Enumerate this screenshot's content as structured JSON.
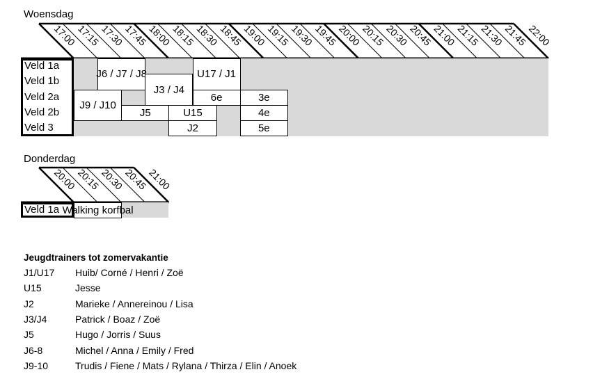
{
  "wednesday": {
    "title": "Woensdag",
    "times": [
      "17:00",
      "17:15",
      "17:30",
      "17:45",
      "18:00",
      "18:15",
      "18:30",
      "18:45",
      "19:00",
      "19:15",
      "19:30",
      "19:45",
      "20:00",
      "20:15",
      "20:30",
      "20:45",
      "21:00",
      "21:15",
      "21:30",
      "21:45",
      "22:00"
    ],
    "fields": [
      "Veld 1a",
      "Veld 1b",
      "Veld 2a",
      "Veld 2b",
      "Veld 3"
    ],
    "blocks": [
      {
        "label": "J6 / J7 / J8",
        "row_start": 0,
        "row_span": 2,
        "slot_start": 4,
        "slot_span": 8
      },
      {
        "label": "U17 / J1",
        "row_start": 0,
        "row_span": 2,
        "slot_start": 20,
        "slot_span": 8
      },
      {
        "label": "J3 / J4",
        "row_start": 1,
        "row_span": 2,
        "slot_start": 12,
        "slot_span": 8
      },
      {
        "label": "J9 / J10",
        "row_start": 2,
        "row_span": 2,
        "slot_start": 0,
        "slot_span": 8
      },
      {
        "label": "6e",
        "row_start": 2,
        "row_span": 1,
        "slot_start": 20,
        "slot_span": 8
      },
      {
        "label": "3e",
        "row_start": 2,
        "row_span": 1,
        "slot_start": 28,
        "slot_span": 8
      },
      {
        "label": "J5",
        "row_start": 3,
        "row_span": 1,
        "slot_start": 8,
        "slot_span": 8
      },
      {
        "label": "U15",
        "row_start": 3,
        "row_span": 1,
        "slot_start": 16,
        "slot_span": 8
      },
      {
        "label": "4e",
        "row_start": 3,
        "row_span": 1,
        "slot_start": 28,
        "slot_span": 8
      },
      {
        "label": "J2",
        "row_start": 4,
        "row_span": 1,
        "slot_start": 16,
        "slot_span": 8
      },
      {
        "label": "5e",
        "row_start": 4,
        "row_span": 1,
        "slot_start": 28,
        "slot_span": 8
      }
    ]
  },
  "thursday": {
    "title": "Donderdag",
    "times": [
      "20:00",
      "20:15",
      "20:30",
      "20:45",
      "21:00"
    ],
    "fields": [
      "Veld 1a"
    ],
    "blocks": [
      {
        "label": "Walking korfbal",
        "row_start": 0,
        "row_span": 1,
        "slot_start": 0,
        "slot_span": 8
      }
    ]
  },
  "trainers": {
    "title": "Jeugdtrainers tot zomervakantie",
    "rows": [
      {
        "group": "J1/U17",
        "names": "Huib/ Corné / Henri / Zoë"
      },
      {
        "group": "U15",
        "names": "Jesse"
      },
      {
        "group": "J2",
        "names": "Marieke / Annereinou / Lisa"
      },
      {
        "group": "J3/J4",
        "names": "Patrick / Boaz / Zoë"
      },
      {
        "group": "J5",
        "names": "Hugo / Jorris / Suus"
      },
      {
        "group": "J6-8",
        "names": "Michel / Anna / Emily / Fred"
      },
      {
        "group": "J9-10",
        "names": "Trudis / Fiene / Mats / Rylana / Thirza / Elin / Anoek"
      }
    ]
  },
  "colors": {
    "unavailable": "#d9d9d9",
    "line": "#000000"
  }
}
